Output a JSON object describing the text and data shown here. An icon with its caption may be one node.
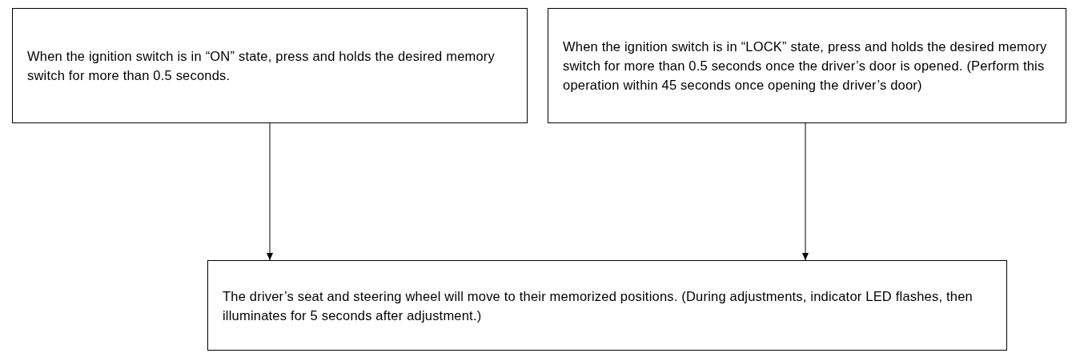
{
  "diagram": {
    "nodes": [
      {
        "text": [
          "When the ignition switch is in “ON” state, press and holds the desired memory switch for more than 0.5 seconds."
        ]
      },
      {
        "text": [
          "When the ignition switch is in “LOCK” state, press and holds the desired memory switch for more than 0.5 seconds once the driver’s door is opened. (Perform this operation within 45 seconds once opening the driver’s door)"
        ]
      },
      {
        "text": [
          "The driver’s seat and steering wheel will move to their memorized positions. (During adjustments, indicator LED flashes, then illuminates for 5 seconds after adjustment.)"
        ]
      }
    ],
    "edges": [
      {
        "from": 0,
        "to": 2,
        "arrow": "to"
      },
      {
        "from": 1,
        "to": 2,
        "arrow": "to"
      }
    ]
  }
}
